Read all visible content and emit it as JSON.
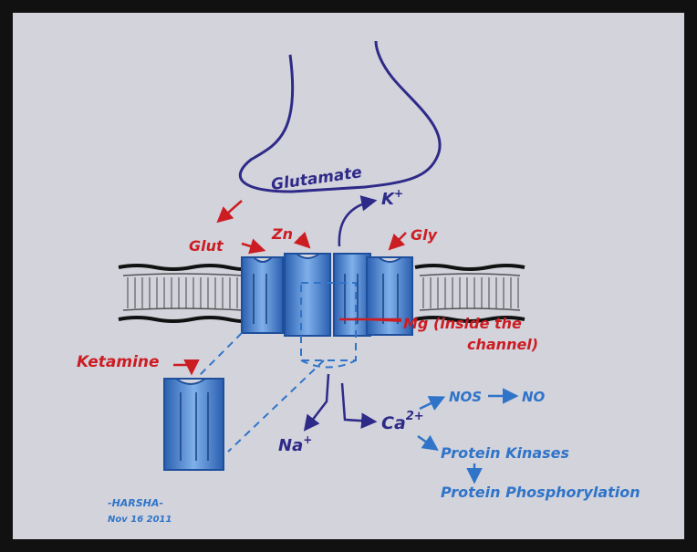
{
  "labels": {
    "glutamate": "Glutamate",
    "potassium": "K",
    "potassium_sup": "+",
    "glut": "Glut",
    "zinc": "Zn",
    "glycine": "Gly",
    "magnesium_line1": "Mg (inside the",
    "magnesium_line2": "channel)",
    "ketamine": "Ketamine",
    "sodium": "Na",
    "sodium_sup": "+",
    "calcium": "Ca",
    "calcium_sup": "2+",
    "nos": "NOS",
    "no": "NO",
    "protein_kinases": "Protein Kinases",
    "protein_phosphorylation": "Protein Phosphorylation"
  },
  "signature": {
    "name": "-HARSHA-",
    "date": "Nov 16 2011"
  },
  "colors": {
    "background": "#d3d3dc",
    "frame": "#111111",
    "red_ink": "#cc1d23",
    "navy_ink": "#2e2a88",
    "blue_ink": "#2f74c8",
    "channel_fill": "#5a93d8"
  }
}
